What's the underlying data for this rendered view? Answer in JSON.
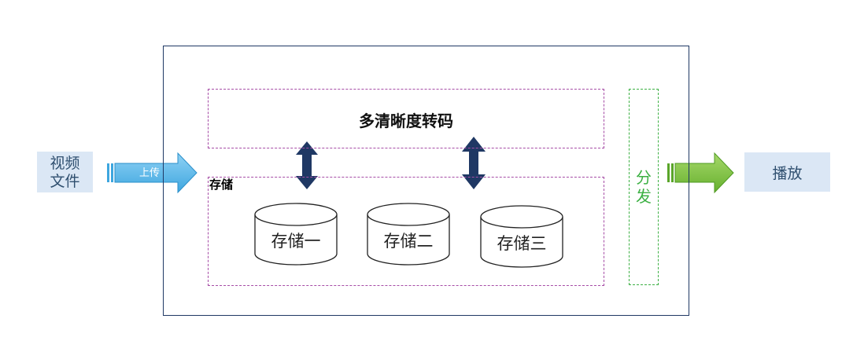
{
  "input": {
    "line1": "视频",
    "line2": "文件"
  },
  "upload_arrow": {
    "label": "上传",
    "color": "#5ab4e8"
  },
  "transcode": {
    "label": "多清晰度转码"
  },
  "storage": {
    "label": "存储",
    "units": [
      "存储一",
      "存储二",
      "存储三"
    ]
  },
  "distribute": {
    "label": "分发",
    "color": "#3cb043"
  },
  "output": {
    "label": "播放",
    "arrow_color": "#7ac142"
  },
  "colors": {
    "frame": "#1f3864",
    "dashed_border": "#a64ca6",
    "double_arrow": "#1f3864",
    "label_box": "#dbe7f5"
  }
}
